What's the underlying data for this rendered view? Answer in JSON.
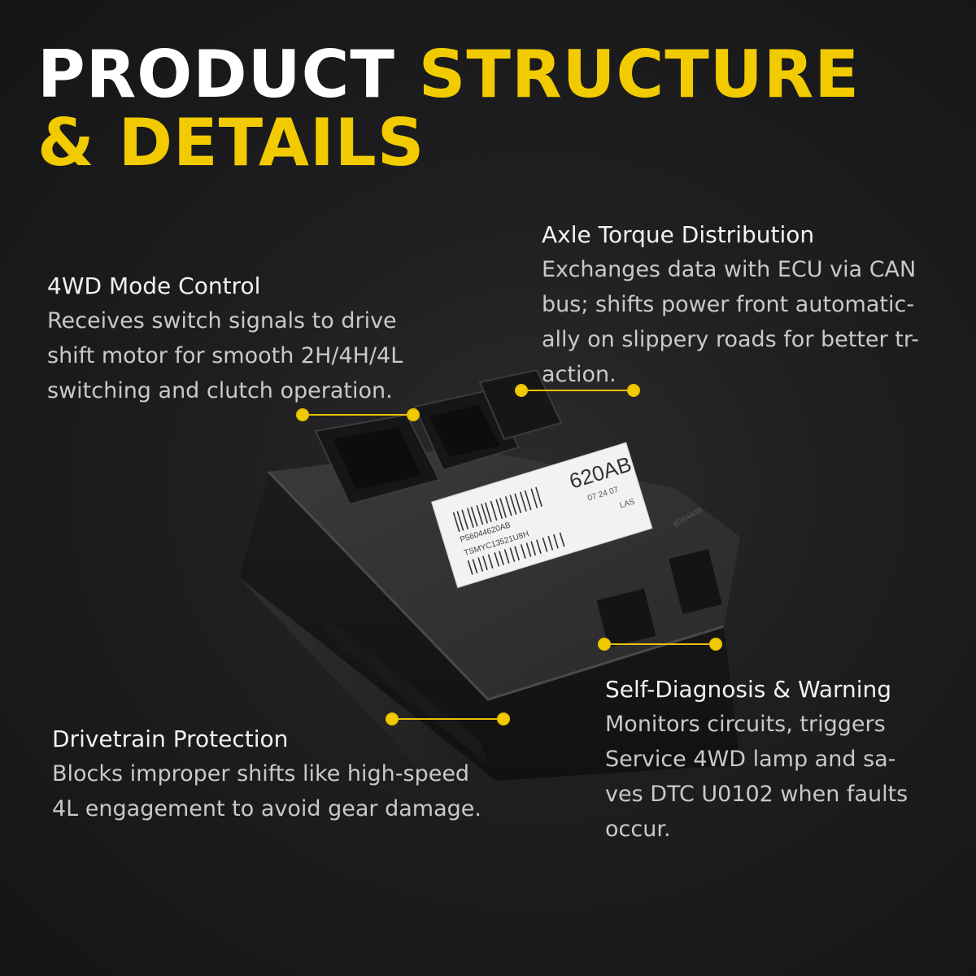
{
  "headline": {
    "part1": "PRODUCT ",
    "part2": "STRUCTURE",
    "part3": "& DETAILS"
  },
  "colors": {
    "accent": "#f1cb00",
    "background": "#1e1e20",
    "title_text": "#f2f2f2",
    "body_text": "#c9c9c9"
  },
  "features": {
    "mode_control": {
      "title": "4WD Mode Control",
      "desc": "Receives switch signals to drive\nshift motor for smooth 2H/4H/4L\nswitching and clutch operation."
    },
    "torque": {
      "title": "Axle Torque Distribution",
      "desc": "Exchanges data with ECU via CAN\nbus; shifts power front automatic-\nally on slippery roads for better tr-\naction."
    },
    "protection": {
      "title": "Drivetrain Protection",
      "desc": "Blocks improper shifts like high-speed\n4L engagement to avoid gear damage."
    },
    "diagnosis": {
      "title": "Self-Diagnosis & Warning",
      "desc": "Monitors circuits, triggers\nService 4WD lamp and sa-\nves DTC U0102 when faults\noccur."
    }
  },
  "product": {
    "label_code": "620AB",
    "label_date": "07 24 07",
    "label_part": "P56044620AB",
    "label_serial": "TSMYC13521U8H",
    "label_small": "LAS",
    "side_mark": "8DS4A3B"
  }
}
